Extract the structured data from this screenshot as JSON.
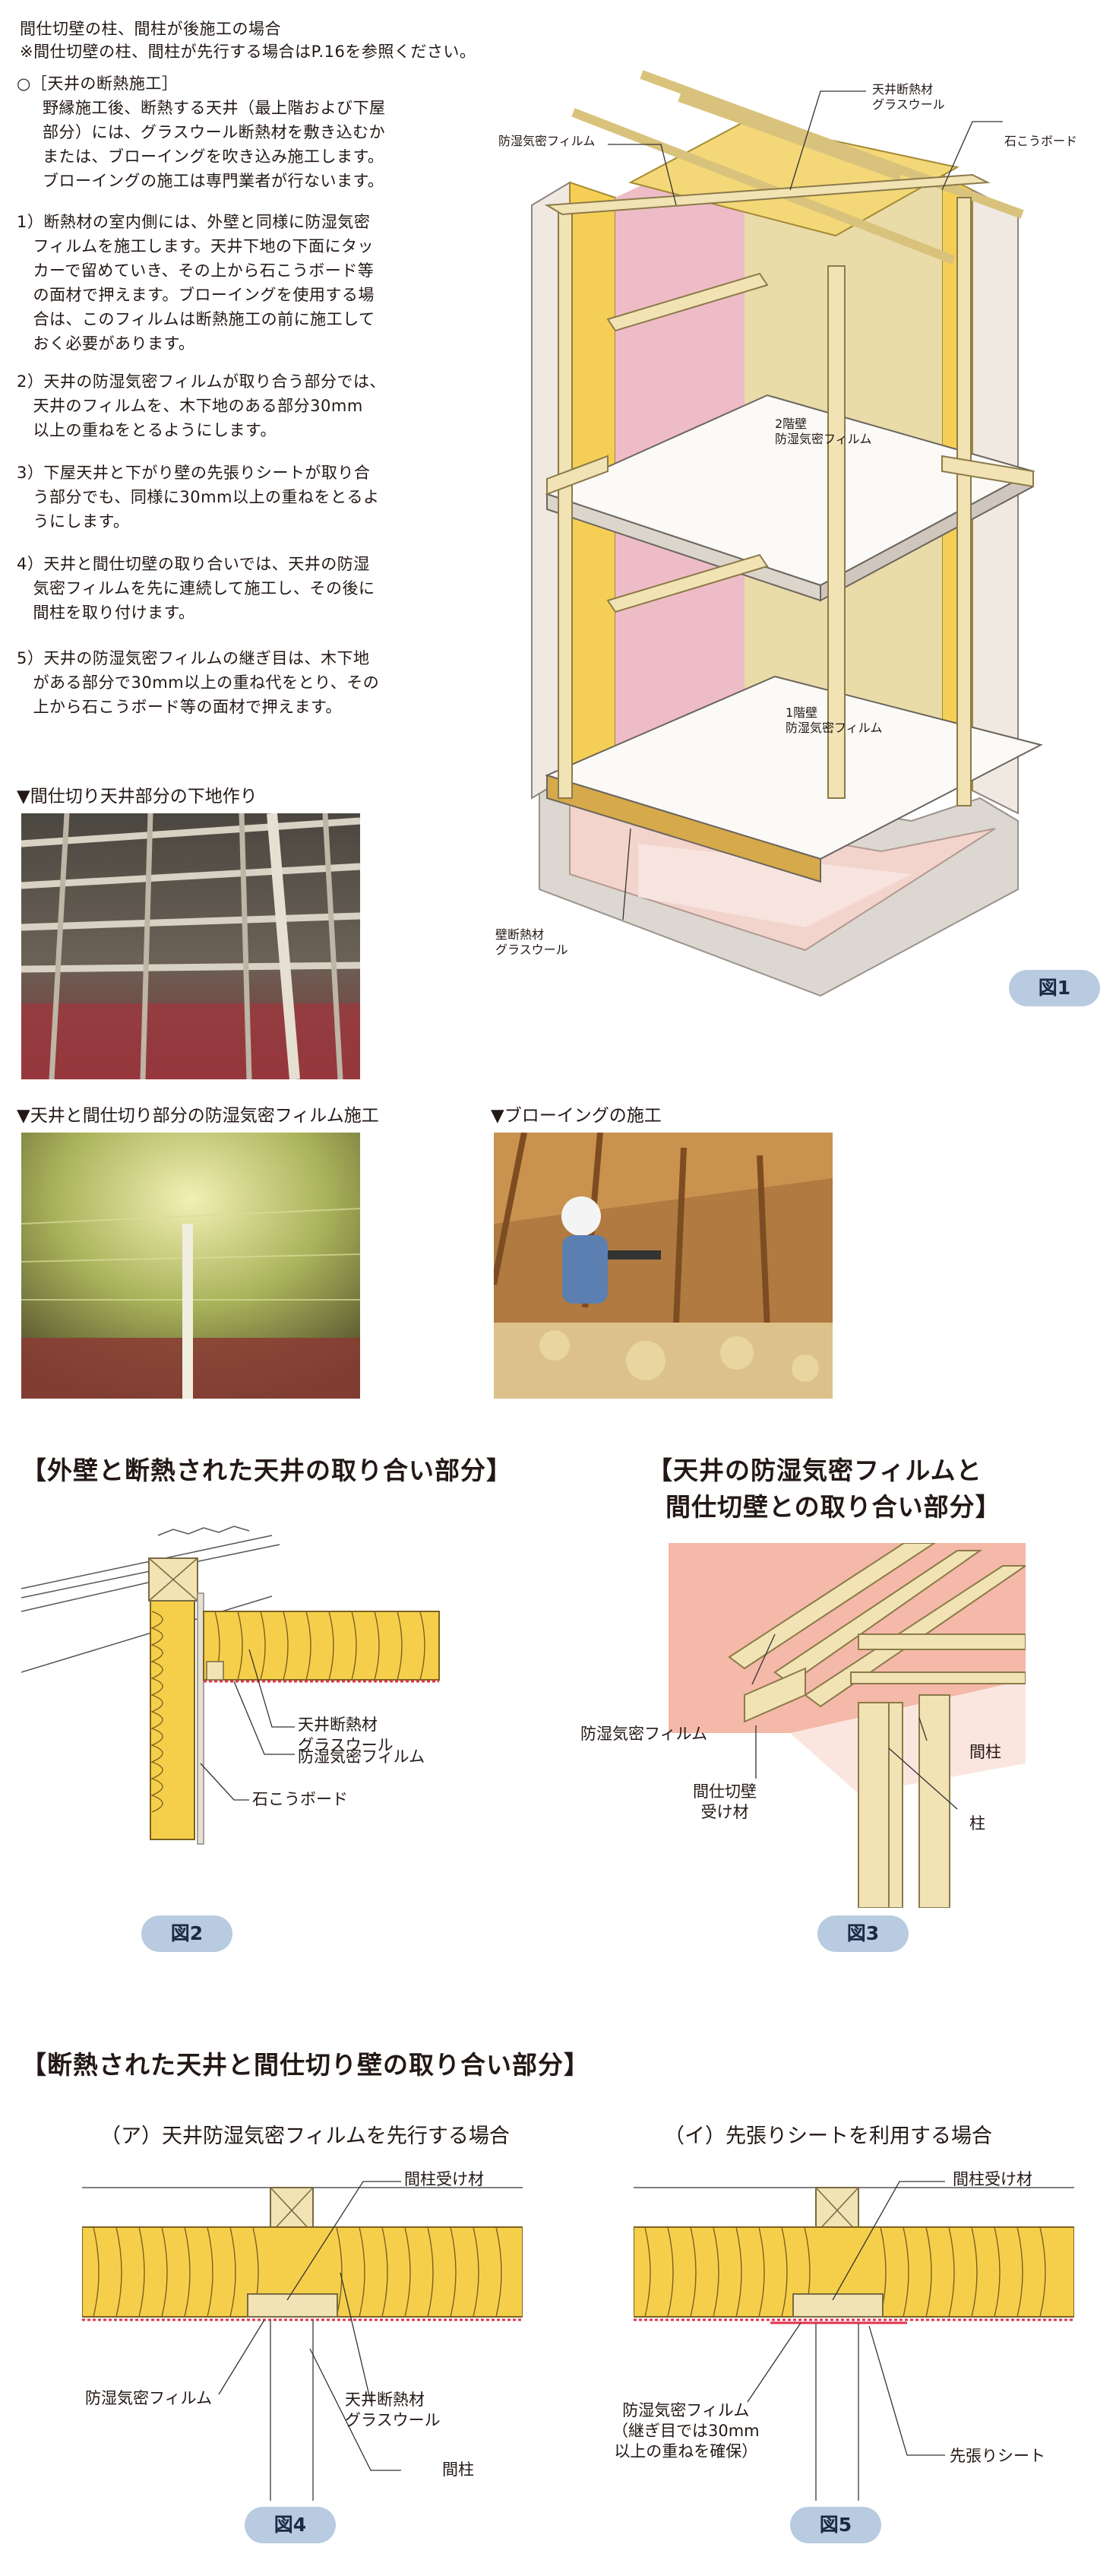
{
  "header": {
    "line1": "間仕切壁の柱、間柱が後施工の場合",
    "line2": "※間仕切壁の柱、間柱が先行する場合はP.16を参照ください。"
  },
  "ceiling_section": {
    "title": "○［天井の断熱施工］",
    "intro": [
      "野縁施工後、断熱する天井（最上階および下屋",
      "部分）には、グラスウール断熱材を敷き込むか",
      "または、ブローイングを吹き込み施工します。",
      "ブローイングの施工は専門業者が行ないます。"
    ],
    "items": [
      [
        "1）断熱材の室内側には、外壁と同様に防湿気密",
        "　フィルムを施工します。天井下地の下面にタッ",
        "　カーで留めていき、その上から石こうボード等",
        "　の面材で押えます。ブローイングを使用する場",
        "　合は、このフィルムは断熱施工の前に施工して",
        "　おく必要があります。"
      ],
      [
        "2）天井の防湿気密フィルムが取り合う部分では、",
        "　天井のフィルムを、木下地のある部分30mm",
        "　以上の重ねをとるようにします。"
      ],
      [
        " 3）下屋天井と下がり壁の先張りシートが取り合",
        "　う部分でも、同様に30mm以上の重ねをとるよ",
        "　うにします。"
      ],
      [
        "4）天井と間仕切壁の取り合いでは、天井の防湿",
        "　気密フィルムを先に連続して施工し、その後に",
        "　間柱を取り付けます。"
      ],
      [
        "5）天井の防湿気密フィルムの継ぎ目は、木下地",
        "　がある部分で30mm以上の重ね代をとり、その",
        "　上から石こうボード等の面材で押えます。"
      ]
    ]
  },
  "photos": {
    "p1_caption": "▼間仕切り天井部分の下地作り",
    "p2_caption": "▼天井と間仕切り部分の防湿気密フィルム施工",
    "p3_caption": "▼ブローイングの施工"
  },
  "fig1": {
    "badge": "図1",
    "labels": {
      "film": "防湿気密フィルム",
      "ceiling_ins": [
        "天井断熱材",
        "グラスウール"
      ],
      "board": "石こうボード",
      "wall2": [
        "2階壁",
        "防湿気密フィルム"
      ],
      "wall1": [
        "1階壁",
        "防湿気密フィルム"
      ],
      "wall_ins": [
        "壁断熱材",
        "グラスウール"
      ]
    }
  },
  "fig2": {
    "title": "【外壁と断熱された天井の取り合い部分】",
    "badge": "図2",
    "labels": {
      "ins": [
        "天井断熱材",
        "グラスウール"
      ],
      "film": "防湿気密フィルム",
      "board": "石こうボード"
    }
  },
  "fig3": {
    "title": [
      "【天井の防湿気密フィルムと",
      "間仕切壁との取り合い部分】"
    ],
    "badge": "図3",
    "labels": {
      "film": "防湿気密フィルム",
      "receiver": [
        "間仕切壁",
        "受け材"
      ],
      "stud": "間柱",
      "post": "柱"
    }
  },
  "bottom": {
    "title": "【断熱された天井と間仕切り壁の取り合い部分】",
    "fig4": {
      "subtitle": "（ア）天井防湿気密フィルムを先行する場合",
      "badge": "図4",
      "labels": {
        "receiver": "間柱受け材",
        "film": "防湿気密フィルム",
        "ins": [
          "天井断熱材",
          "グラスウール"
        ],
        "stud": "間柱"
      }
    },
    "fig5": {
      "subtitle": "（イ）先張りシートを利用する場合",
      "badge": "図5",
      "labels": {
        "receiver": "間柱受け材",
        "film": [
          "防湿気密フィルム",
          "（継ぎ目では30mm",
          "以上の重ねを確保）"
        ],
        "sheet": "先張りシート"
      }
    }
  },
  "colors": {
    "insulation": "#f6cf4a",
    "film": "#e9b3bd",
    "wood": "#f1e3b4",
    "badge": "#b8cbe0"
  }
}
